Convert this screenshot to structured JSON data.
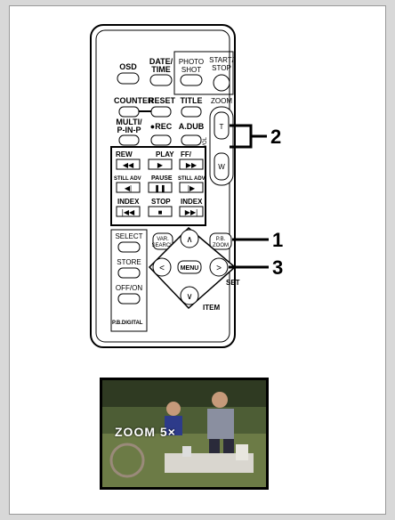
{
  "remote": {
    "buttons": {
      "osd": "OSD",
      "date_time_line1": "DATE/",
      "date_time_line2": "TIME",
      "photo_shot_line1": "PHOTO",
      "photo_shot_line2": "SHOT",
      "start_stop_line1": "START/",
      "start_stop_line2": "STOP",
      "counter": "COUNTER",
      "reset": "RESET",
      "title": "TITLE",
      "zoom": "ZOOM",
      "multi_line1": "MULTI/",
      "multi_line2": "P-IN-P",
      "rec": "●REC",
      "a_dub": "A.DUB",
      "vol": "VOL",
      "rew": "REW",
      "play": "PLAY",
      "ff": "FF/",
      "still_adv_left": "STILL ADV",
      "pause": "PAUSE",
      "still_adv_right": "STILL ADV",
      "index_left": "INDEX",
      "stop": "STOP",
      "index_right": "INDEX",
      "select": "SELECT",
      "store": "STORE",
      "off_on": "OFF/ON",
      "pb_digital": "P.B.DIGITAL",
      "var_search_line1": "VAR.",
      "var_search_line2": "SEARCH",
      "pb_zoom_line1": "P.B.",
      "pb_zoom_line2": "ZOOM",
      "menu": "MENU",
      "set": "SET",
      "item": "ITEM",
      "zoom_t": "T",
      "zoom_w": "W"
    },
    "callouts": {
      "one": "1",
      "two": "2",
      "three": "3"
    }
  },
  "photo": {
    "overlay_text": "ZOOM 5×"
  }
}
